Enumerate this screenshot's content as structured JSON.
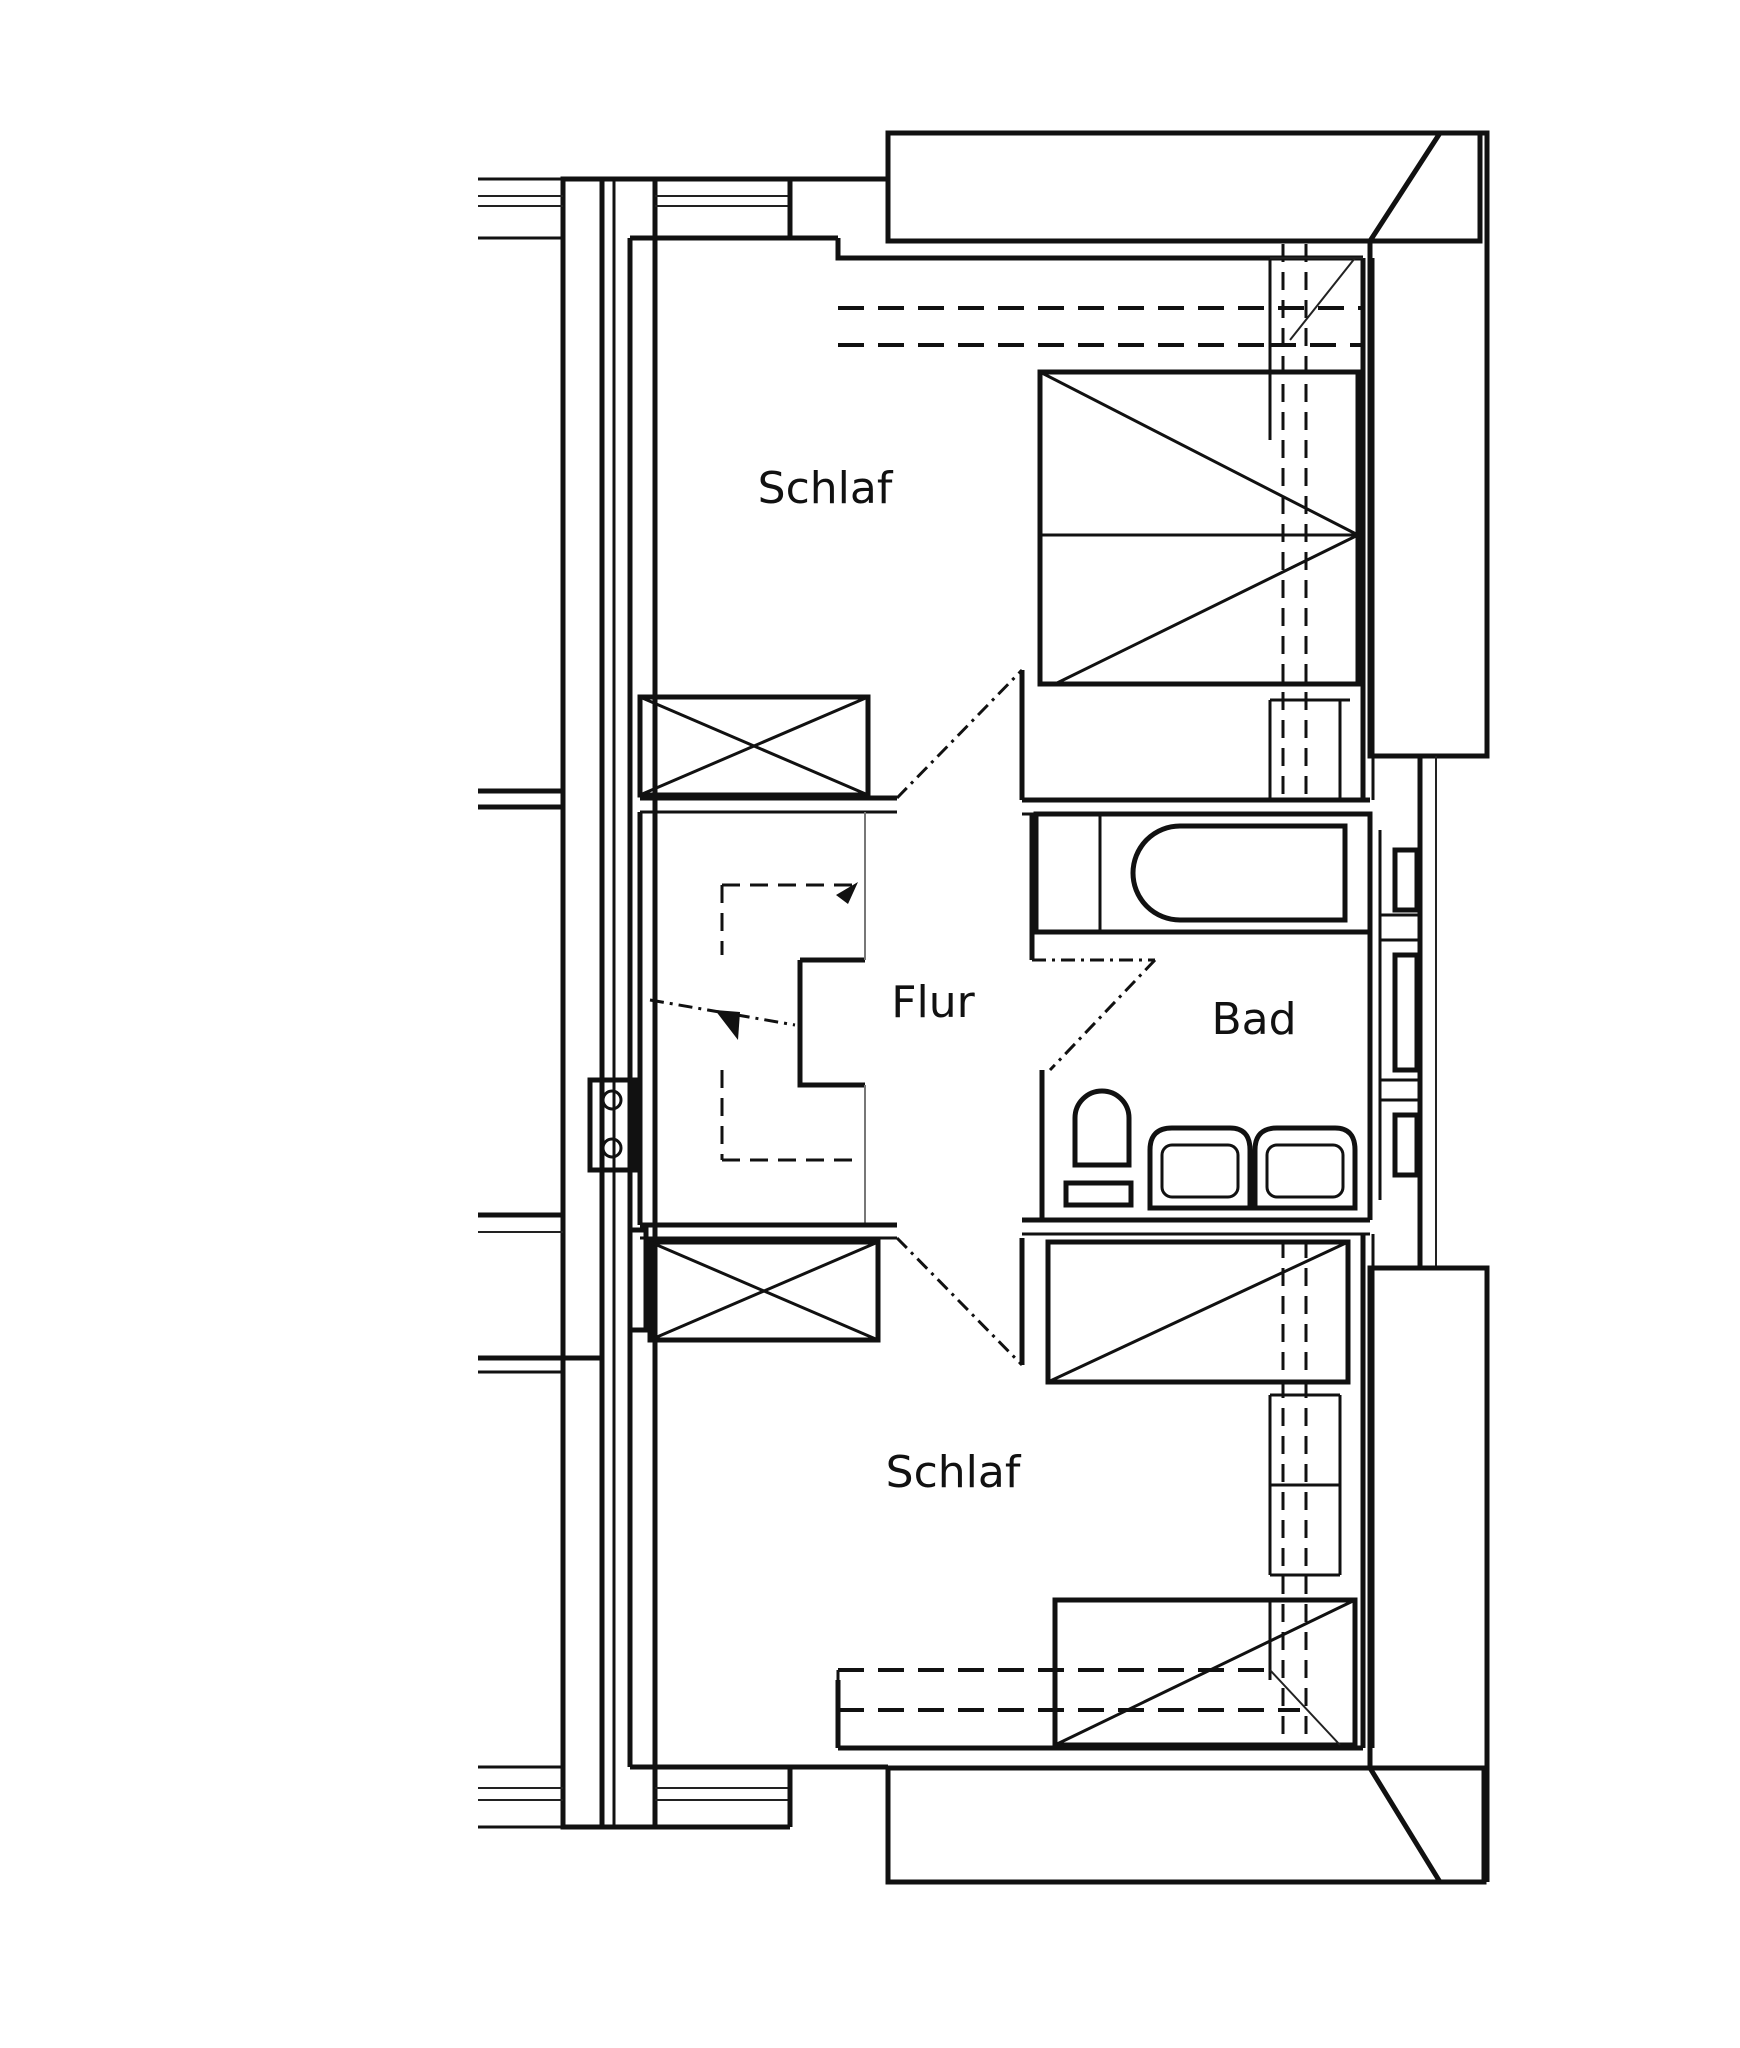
{
  "floorplan": {
    "rooms": [
      {
        "id": "bedroom-top",
        "label": "Schlaf"
      },
      {
        "id": "hallway",
        "label": "Flur"
      },
      {
        "id": "bathroom",
        "label": "Bad"
      },
      {
        "id": "bedroom-bottom",
        "label": "Schlaf"
      }
    ]
  }
}
